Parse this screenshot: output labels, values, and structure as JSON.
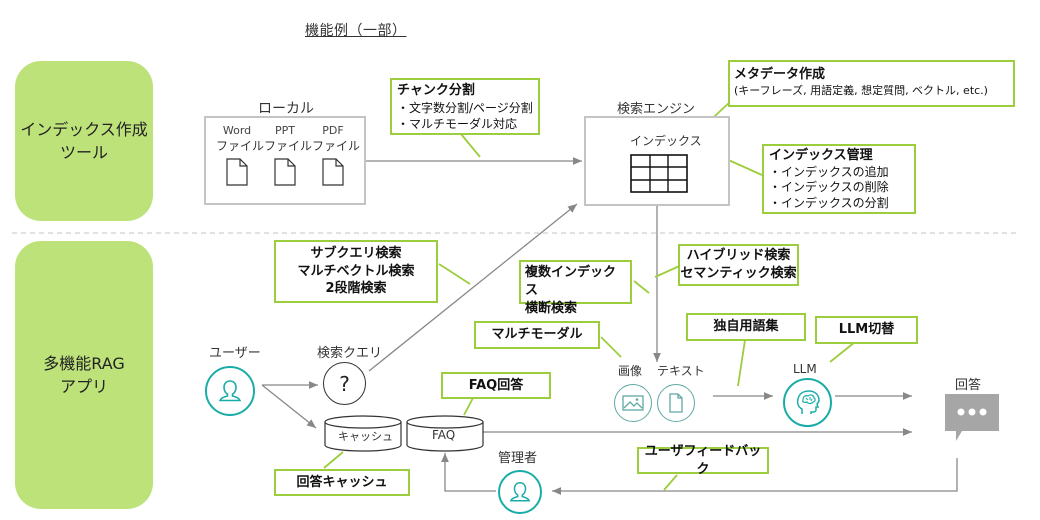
{
  "title": "機能例（一部）",
  "categories": {
    "index_tool": "インデックス作成\nツール",
    "rag_app": "多機能RAG\nアプリ"
  },
  "local": {
    "label": "ローカル",
    "files": [
      {
        "type": "Word",
        "name": "ファイル"
      },
      {
        "type": "PPT",
        "name": "ファイル"
      },
      {
        "type": "PDF",
        "name": "ファイル"
      }
    ]
  },
  "search_engine": {
    "label": "検索エンジン",
    "index_label": "インデックス"
  },
  "callouts": {
    "chunk": {
      "heading": "チャンク分割",
      "items": [
        "・文字数分割/ページ分割",
        "・マルチモーダル対応"
      ]
    },
    "metadata": {
      "heading": "メタデータ作成",
      "detail": "(キーフレーズ, 用語定義, 想定質問, ベクトル, etc.)"
    },
    "index_mgmt": {
      "heading": "インデックス管理",
      "items": [
        "・インデックスの追加",
        "・インデックスの削除",
        "・インデックスの分割"
      ]
    },
    "subquery": {
      "lines": [
        "サブクエリ検索",
        "マルチベクトル検索",
        "2段階検索"
      ]
    },
    "multi_index": {
      "lines": [
        "複数インデックス",
        "横断検索"
      ]
    },
    "hybrid": {
      "lines": [
        "ハイブリッド検索",
        "セマンティック検索"
      ]
    },
    "multimodal": "マルチモーダル",
    "glossary": "独自用語集",
    "llm_switch": "LLM切替",
    "faq_answer": "FAQ回答",
    "answer_cache": "回答キャッシュ",
    "user_feedback": "ユーザフィードバック"
  },
  "nodes": {
    "user": "ユーザー",
    "query": "検索クエリ",
    "query_symbol": "?",
    "cache": "キャッシュ",
    "faq": "FAQ",
    "admin": "管理者",
    "image": "画像",
    "text": "テキスト",
    "llm": "LLM",
    "answer": "回答"
  },
  "colors": {
    "category_green": "#bde27a",
    "callout_border": "#9ccd3c",
    "teal": "#1aada8",
    "gray_teal": "#5fa8a4",
    "arrow_gray": "#8a8a8a",
    "bubble_gray": "#a6a6a6"
  }
}
